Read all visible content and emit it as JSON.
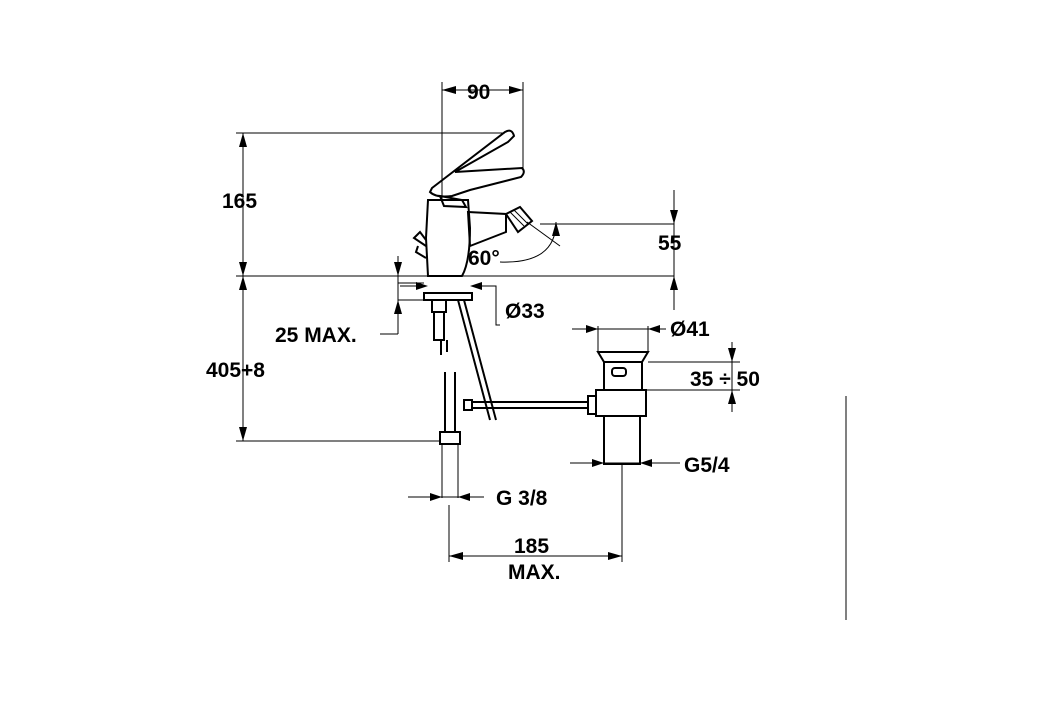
{
  "dimensions": {
    "spout_width": "90",
    "height_above_deck": "165",
    "nozzle_angle": "60°",
    "nozzle_height": "55",
    "deck_hole_diameter": "Ø33",
    "deck_thickness": "25 MAX.",
    "supply_length": "405+8",
    "waste_diameter": "Ø41",
    "waste_adjust": "35 ÷ 50",
    "waste_thread": "G5/4",
    "supply_thread": "G 3/8",
    "rod_reach": "185",
    "rod_reach_suffix": "MAX."
  }
}
